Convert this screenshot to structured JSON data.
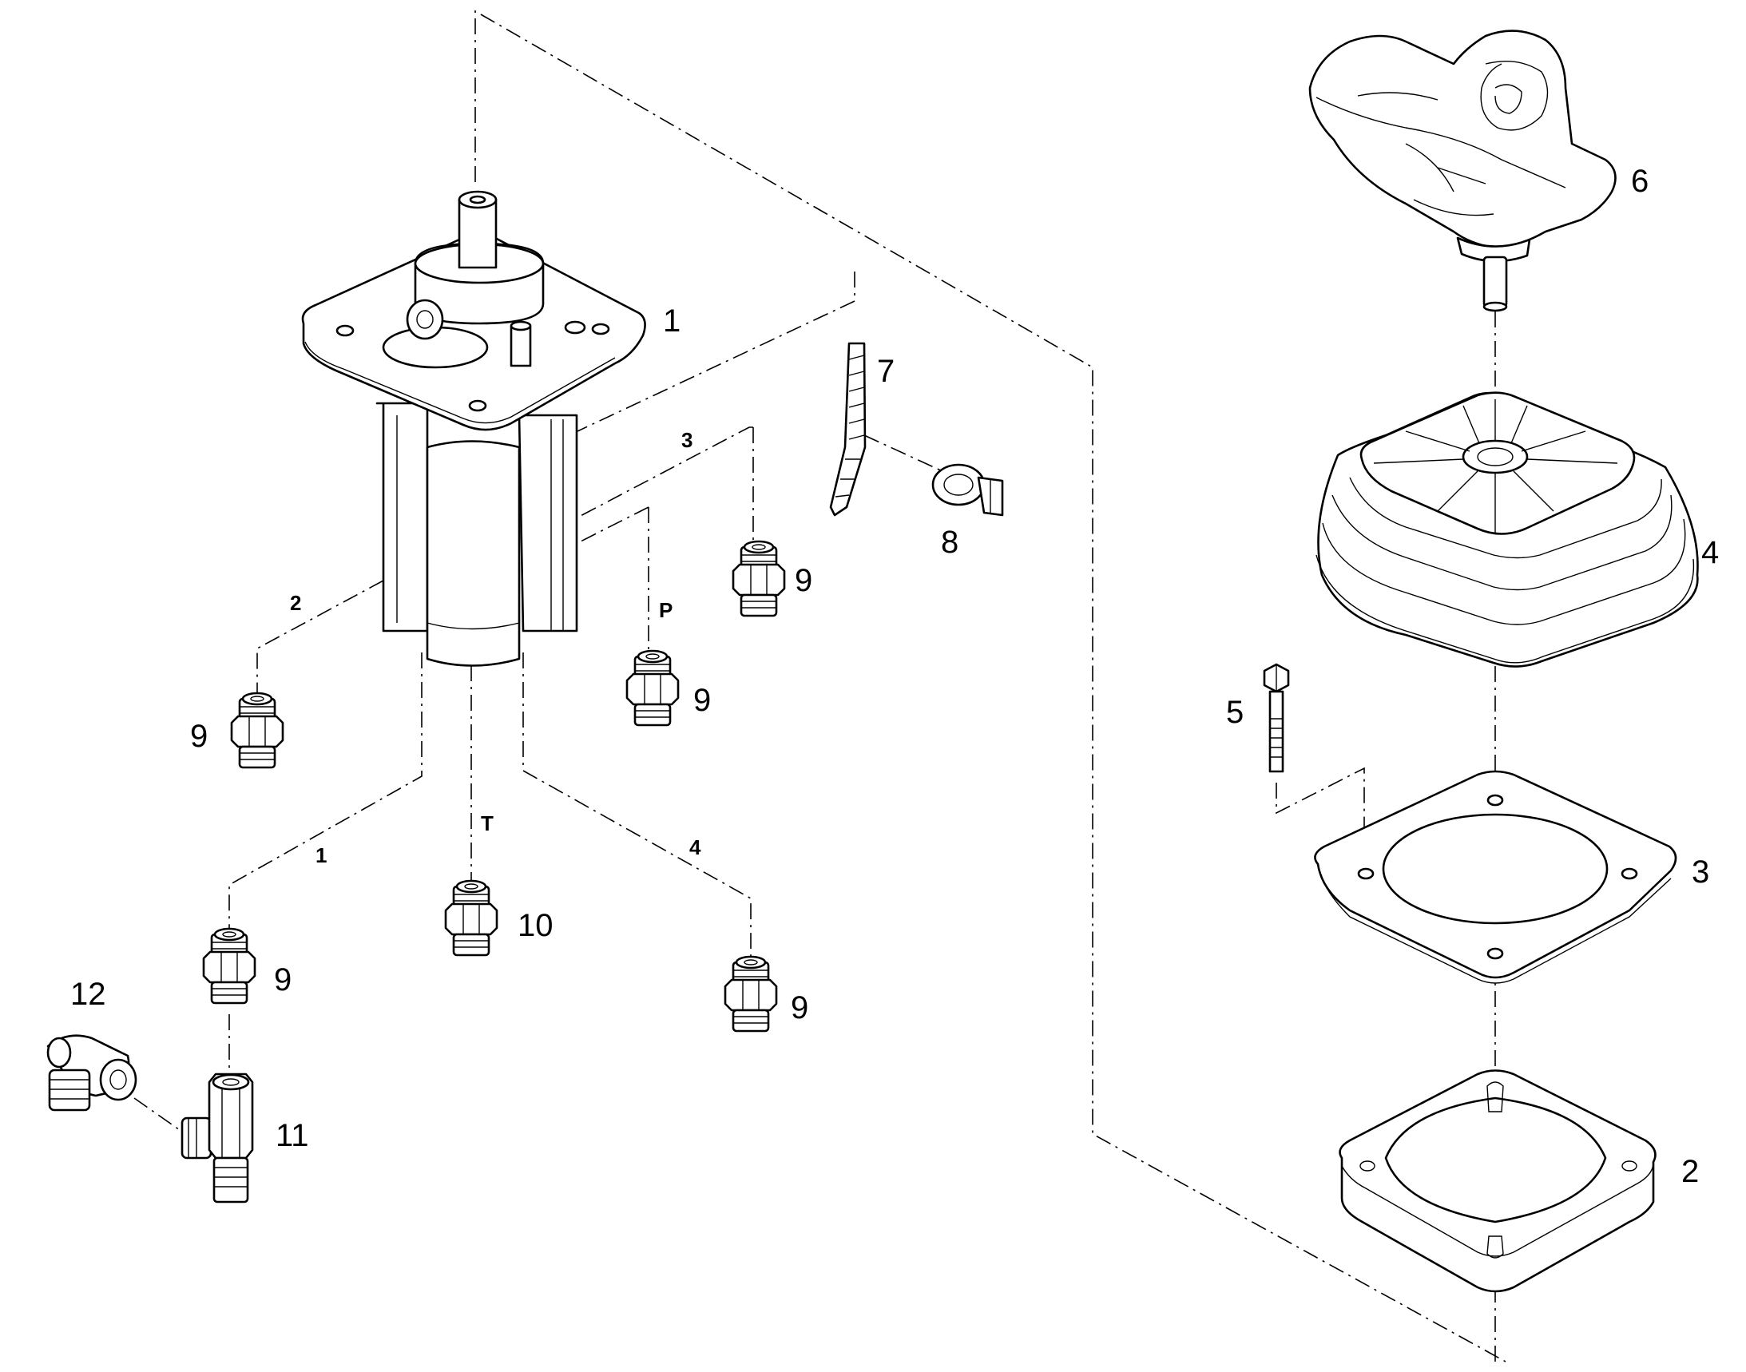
{
  "callouts": {
    "valve": "1",
    "flange": "2",
    "gasket": "3",
    "boot": "4",
    "screw": "5",
    "handle": "6",
    "cable": "7",
    "clip": "8",
    "fitting": "9",
    "fitting_t": "10",
    "tee": "11",
    "elbow": "12"
  },
  "ports": {
    "p1": "1",
    "p2": "2",
    "p3": "3",
    "p4": "4",
    "pressure": "P",
    "tank": "T"
  }
}
